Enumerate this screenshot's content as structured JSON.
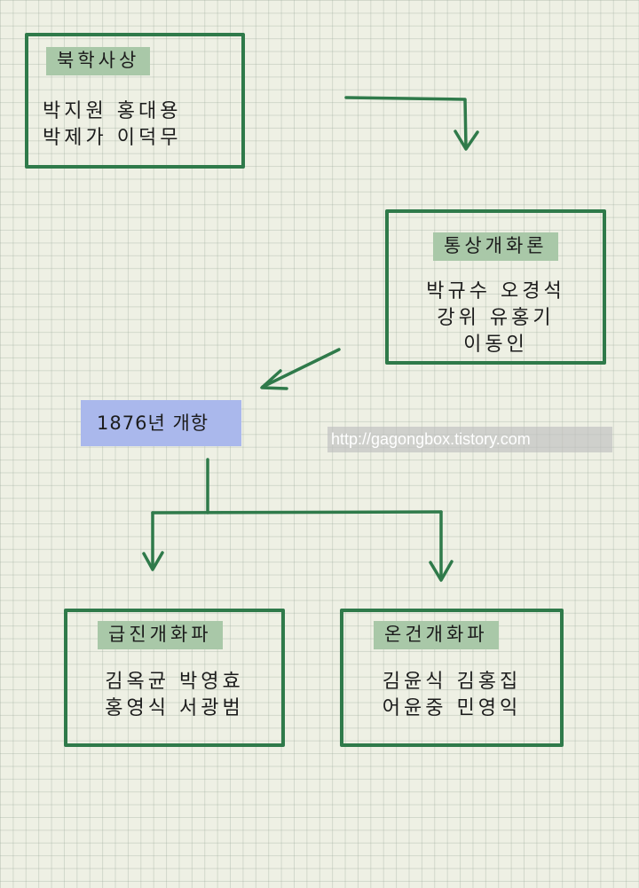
{
  "boxes": {
    "bukhak": {
      "title": "북학사상",
      "names": [
        "박지원 홍대용",
        "박제가 이덕무"
      ]
    },
    "tongsang": {
      "title": "통상개화론",
      "names": [
        "박규수 오경석",
        "강위 유홍기",
        "이동인"
      ]
    },
    "geupjin": {
      "title": "급진개화파",
      "names": [
        "김옥균 박영효",
        "홍영식 서광범"
      ]
    },
    "ongeon": {
      "title": "온건개화파",
      "names": [
        "김윤식 김홍집",
        "어윤중 민영익"
      ]
    }
  },
  "event": {
    "label": "1876년 개항"
  },
  "watermark": {
    "text": "http://gagongbox.tistory.com"
  },
  "colors": {
    "box_border": "#2f7a4a",
    "tag_fill": "#a9c8a8",
    "event_fill": "#aab8ec",
    "background": "#eef0e4"
  }
}
